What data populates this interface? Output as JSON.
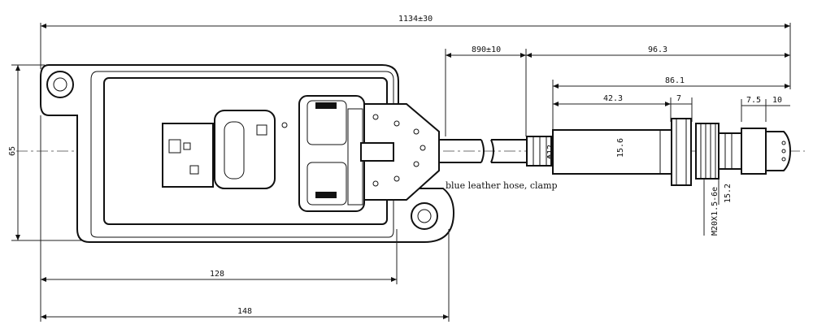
{
  "dimensions": {
    "overall_length": "1134±30",
    "cable_length": "890±10",
    "probe_total": "96.3",
    "probe_body": "86.1",
    "sleeve_length": "42.3",
    "hex_width": "7",
    "tip_a": "7.5",
    "tip_b": "10",
    "height": "65",
    "sleeve_diameter": "15.6",
    "cable_diameter": "Φ12",
    "hex_across": "15.2",
    "thread_spec": "M20X1.5-6e",
    "mount_width": "128",
    "module_width": "148"
  },
  "annotation": {
    "hose_note": "blue leather hose, clamp"
  }
}
